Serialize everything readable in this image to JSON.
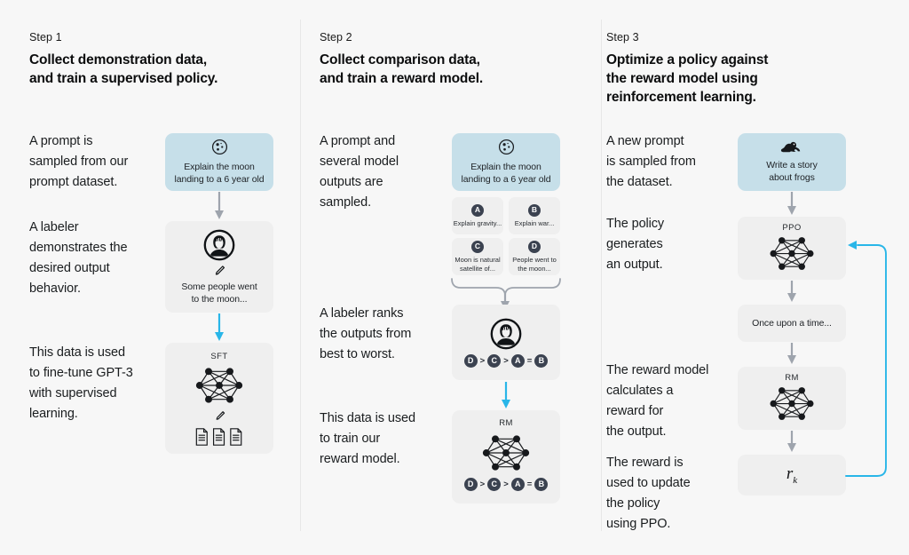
{
  "page": {
    "background": "#f7f7f7",
    "accent_blue": "#29b6e8",
    "card_gray": "#efefef",
    "card_blue": "#c6dfe9",
    "badge_navy": "#3b4250",
    "arrow_gray": "#9ea4ad"
  },
  "columns": [
    {
      "step_label": "Step 1",
      "title_line1": "Collect demonstration data,",
      "title_line2": "and train a supervised policy.",
      "paragraphs": [
        "A prompt is\nsampled from our\nprompt dataset.",
        "A labeler\ndemonstrates the\ndesired output\nbehavior.",
        "This data is used\nto fine-tune GPT-3\nwith supervised\nlearning."
      ],
      "cards": {
        "prompt": {
          "icon": "moon-icon",
          "text_line1": "Explain the moon",
          "text_line2": "landing to a 6 year old"
        },
        "labeler": {
          "icon": "person-avatar-icon",
          "pencil": "pencil-icon",
          "text_line1": "Some people went",
          "text_line2": "to the moon..."
        },
        "model": {
          "title": "SFT",
          "icon": "neural-net-icon",
          "pencil": "pencil-icon",
          "documents": "documents-icon"
        }
      }
    },
    {
      "step_label": "Step 2",
      "title_line1": "Collect comparison data,",
      "title_line2": "and train a reward model.",
      "paragraphs": [
        "A prompt and\nseveral model\noutputs are\nsampled.",
        "A labeler ranks\nthe outputs from\nbest to worst.",
        "This data is used\nto train our\nreward model."
      ],
      "cards": {
        "prompt": {
          "icon": "moon-icon",
          "text_line1": "Explain the moon",
          "text_line2": "landing to a 6 year old"
        },
        "options": [
          {
            "letter": "A",
            "text": "Explain gravity..."
          },
          {
            "letter": "B",
            "text": "Explain war..."
          },
          {
            "letter": "C",
            "text": "Moon is natural\nsatellite of..."
          },
          {
            "letter": "D",
            "text": "People went to\nthe moon..."
          }
        ],
        "labeler": {
          "icon": "person-avatar-icon",
          "ranking": [
            "D",
            ">",
            "C",
            ">",
            "A",
            "=",
            "B"
          ]
        },
        "model": {
          "title": "RM",
          "icon": "neural-net-icon",
          "ranking": [
            "D",
            ">",
            "C",
            ">",
            "A",
            "=",
            "B"
          ]
        }
      }
    },
    {
      "step_label": "Step 3",
      "title_line1": "Optimize a policy against",
      "title_line2": "the reward model using",
      "title_line3": "reinforcement learning.",
      "paragraphs": [
        "A new prompt\nis sampled from\nthe dataset.",
        "The policy\ngenerates\nan output.",
        "The reward model\ncalculates a\nreward for\nthe output.",
        "The reward is\nused to update\nthe policy\nusing PPO."
      ],
      "cards": {
        "prompt": {
          "icon": "frog-icon",
          "text_line1": "Write a story",
          "text_line2": "about frogs"
        },
        "policy": {
          "title": "PPO",
          "icon": "neural-net-icon"
        },
        "output": {
          "text": "Once upon a time..."
        },
        "reward_model": {
          "title": "RM",
          "icon": "neural-net-icon"
        },
        "reward": {
          "symbol": "r",
          "subscript": "k"
        }
      }
    }
  ]
}
